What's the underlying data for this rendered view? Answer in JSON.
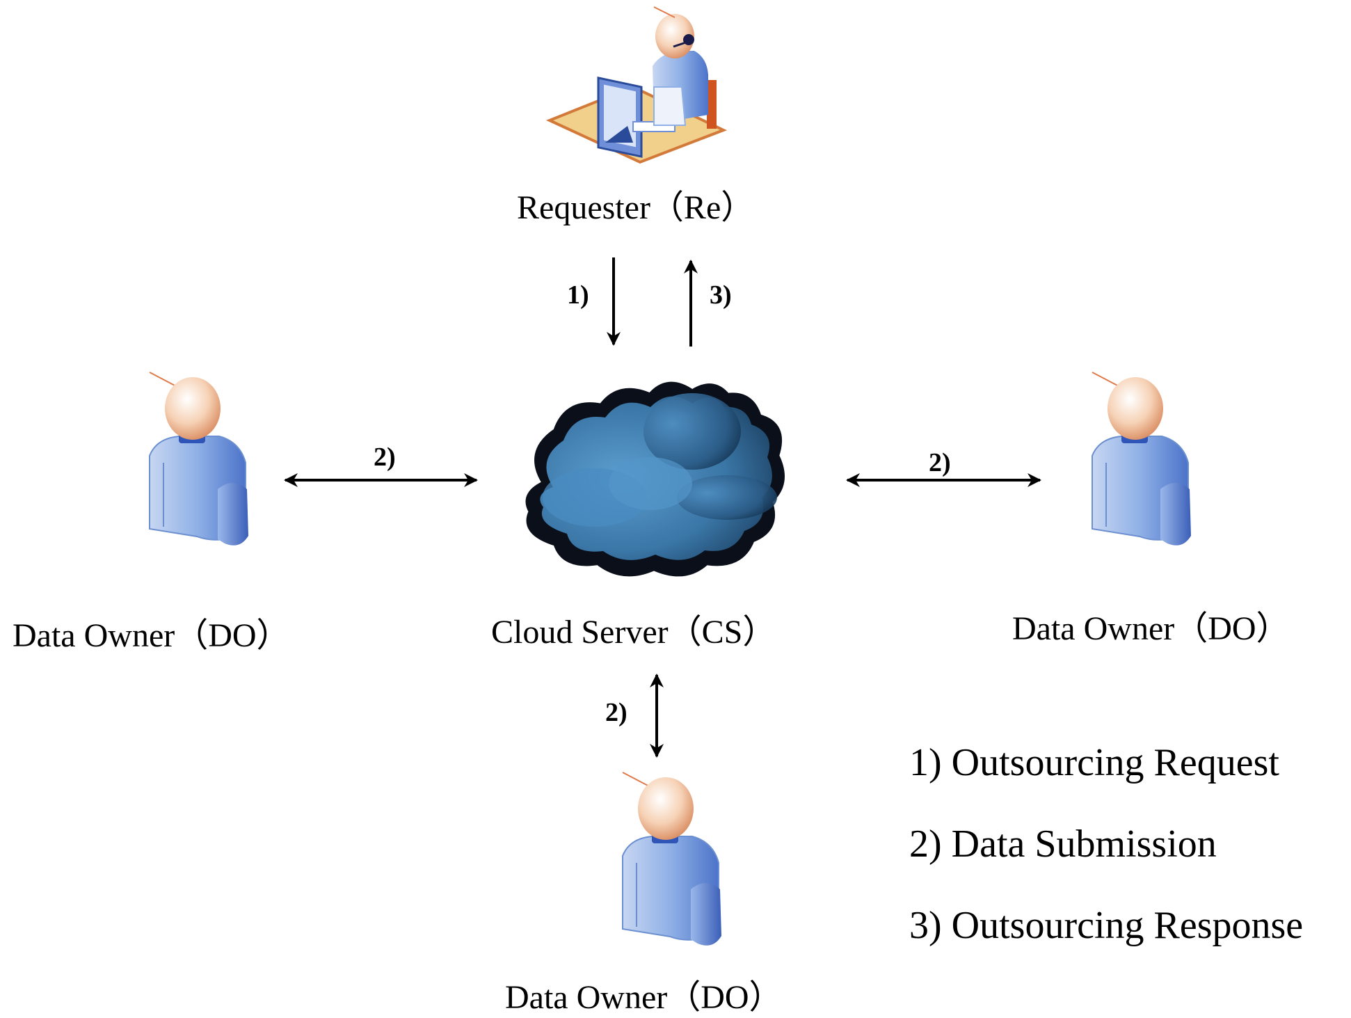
{
  "nodes": {
    "requester": "Requester（Re）",
    "cloud_server": "Cloud Server（CS）",
    "owner_left": "Data Owner（DO）",
    "owner_right": "Data Owner（DO）",
    "owner_bottom": "Data Owner（DO）"
  },
  "arrows": {
    "request_down": "1)",
    "response_up": "3)",
    "left_submission": "2)",
    "right_submission": "2)",
    "bottom_submission": "2)"
  },
  "legend": [
    "1) Outsourcing Request",
    "2) Data Submission",
    "3) Outsourcing Response"
  ],
  "icons": {
    "requester": "person-at-computer-icon",
    "cloud": "cloud-icon",
    "owner": "person-icon"
  },
  "colors": {
    "arrow": "#000000",
    "person_body": "#7a9ee0",
    "person_head": "#f4c2a0",
    "cloud_fill": "#3d7fb0",
    "cloud_outline": "#0a0f1a",
    "desk": "#e8c37a"
  }
}
